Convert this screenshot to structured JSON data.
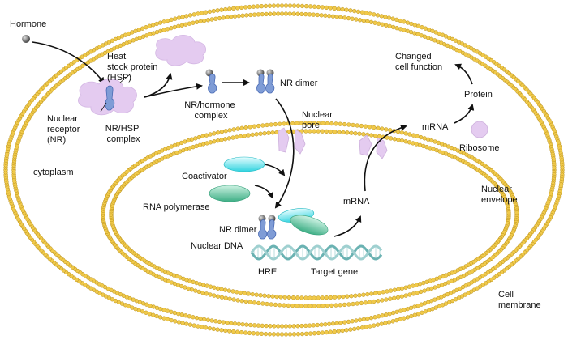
{
  "labels": {
    "hormone": "Hormone",
    "heat_stock_protein": [
      "Heat",
      "stock protein",
      "(HSP)"
    ],
    "nuclear_receptor": [
      "Nuclear",
      "receptor",
      "(NR)"
    ],
    "nr_hsp_complex": [
      "NR/HSP",
      "complex"
    ],
    "nr_hormone_complex": [
      "NR/hormone",
      "complex"
    ],
    "nr_dimer_top": "NR dimer",
    "nuclear_pore": [
      "Nuclear",
      "pore"
    ],
    "cytoplasm": "cytoplasm",
    "coactivator": "Coactivator",
    "rna_polymerase": "RNA polymerase",
    "nr_dimer_nucleus": "NR dimer",
    "nuclear_dna": "Nuclear DNA",
    "hre": "HRE",
    "target_gene": "Target gene",
    "mrna_nucleus": "mRNA",
    "mrna_cytoplasm": "mRNA",
    "protein": "Protein",
    "ribosome": "Ribosome",
    "changed_cell_function": [
      "Changed",
      "cell function"
    ],
    "nuclear_envelope": [
      "Nuclear",
      "envelope"
    ],
    "cell_membrane": [
      "Cell",
      "membrane"
    ]
  },
  "colors": {
    "membrane_fill": "#f0c94a",
    "membrane_stroke": "#b8901c",
    "hsp": "#e4cbf0",
    "receptor": "#7f9cd6",
    "coactivator": "#40e0e8",
    "rna_polymerase": "#59c79f",
    "ribosome": "#e4cbf0",
    "dna": "#6ab2b2",
    "hormone": "#666666"
  }
}
